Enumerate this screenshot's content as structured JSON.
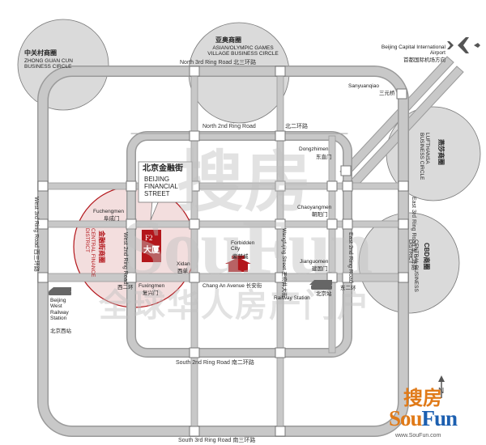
{
  "business_circles": {
    "zhongguancun": {
      "zh": "中关村商圈",
      "en": "ZHONG GUAN CUN BUSINESS CIRCLE"
    },
    "asian_games": {
      "zh": "亚奥商圈",
      "en": "ASIAN/OLYMPIC GAMES VILLAGE BUSINESS CIRCLE"
    },
    "yansha": {
      "zh": "燕莎商圈",
      "en": "LUFTHANSA BUSINESS CIRCLE"
    },
    "cbd": {
      "zh": "CBD商圈",
      "en": "CENTRAL BUSINESS DISTRICT"
    },
    "financial": {
      "zh": "金融街商圈",
      "en": "CENTRAL FINANCE DISTRICT"
    }
  },
  "airport": {
    "en": "Beijing Capital International Airport",
    "zh": "首都国际机场方向"
  },
  "rings": {
    "north3": "North 3rd Ring Road 北三环路",
    "north2_en": "North 2nd Ring Road",
    "north2_zh": "北二环路",
    "south2": "South 2nd Ring Road 南二环路",
    "south3": "South 3rd Ring Road 南三环路",
    "west3": "West 3rd Ring Road 西三环路",
    "east3": "East 3rd Ring Road 东三环路",
    "west2": "West 2nd Ring Road",
    "east2": "East 2nd Ring Road"
  },
  "places": {
    "sanyuanqiao": "Sanyuanqiao",
    "sanyuanqiao_zh": "三元桥",
    "dongzhimen": "Dongzhimen",
    "dongzhimen_zh": "东直门",
    "chaoyangmen": "Chaoyangmen",
    "chaoyangmen_zh": "朝阳门",
    "jianguomen": "Jianguomen",
    "jianguomen_zh": "建国门",
    "fuchengmen": "Fuchengmen",
    "fuchengmen_zh": "阜成门",
    "fuxingmen": "Fuxingmen",
    "fuxingmen_zh": "复兴门",
    "xidan": "Xidan",
    "xidan_zh": "西单",
    "forbidden_city": "Forbidden City",
    "forbidden_city_zh": "紫禁城",
    "wangfujing": "Wangfujing Street 王府井大街",
    "changan": "Chang An Avenue 长安街",
    "railway_station": "Railway Station",
    "railway_station_zh": "北京站",
    "west_railway": "Beijing West Railway Station",
    "west_railway_zh": "北京西站",
    "xierhuan": "西二环",
    "dongerhuan": "东二环"
  },
  "callout": {
    "zh": "北京金融街",
    "en": "BEIJING FINANCIAL STREET"
  },
  "building": {
    "code": "F2",
    "zh": "大厦"
  },
  "watermark": {
    "zh_big": "搜房",
    "en_big": "SouFun",
    "slogan": "全球华人房产门户"
  },
  "logo": {
    "zh": "搜房",
    "en_sou": "Sou",
    "en_fun": "Fun",
    "url": "www.SouFun.com"
  },
  "compass": "N",
  "colors": {
    "road": "#c8c8c8",
    "road_edge": "#9a9a9a",
    "circle": "#d9d9d9",
    "financial": "#b3161b",
    "logo_orange": "#e07a18",
    "logo_blue": "#1c5fb0"
  }
}
